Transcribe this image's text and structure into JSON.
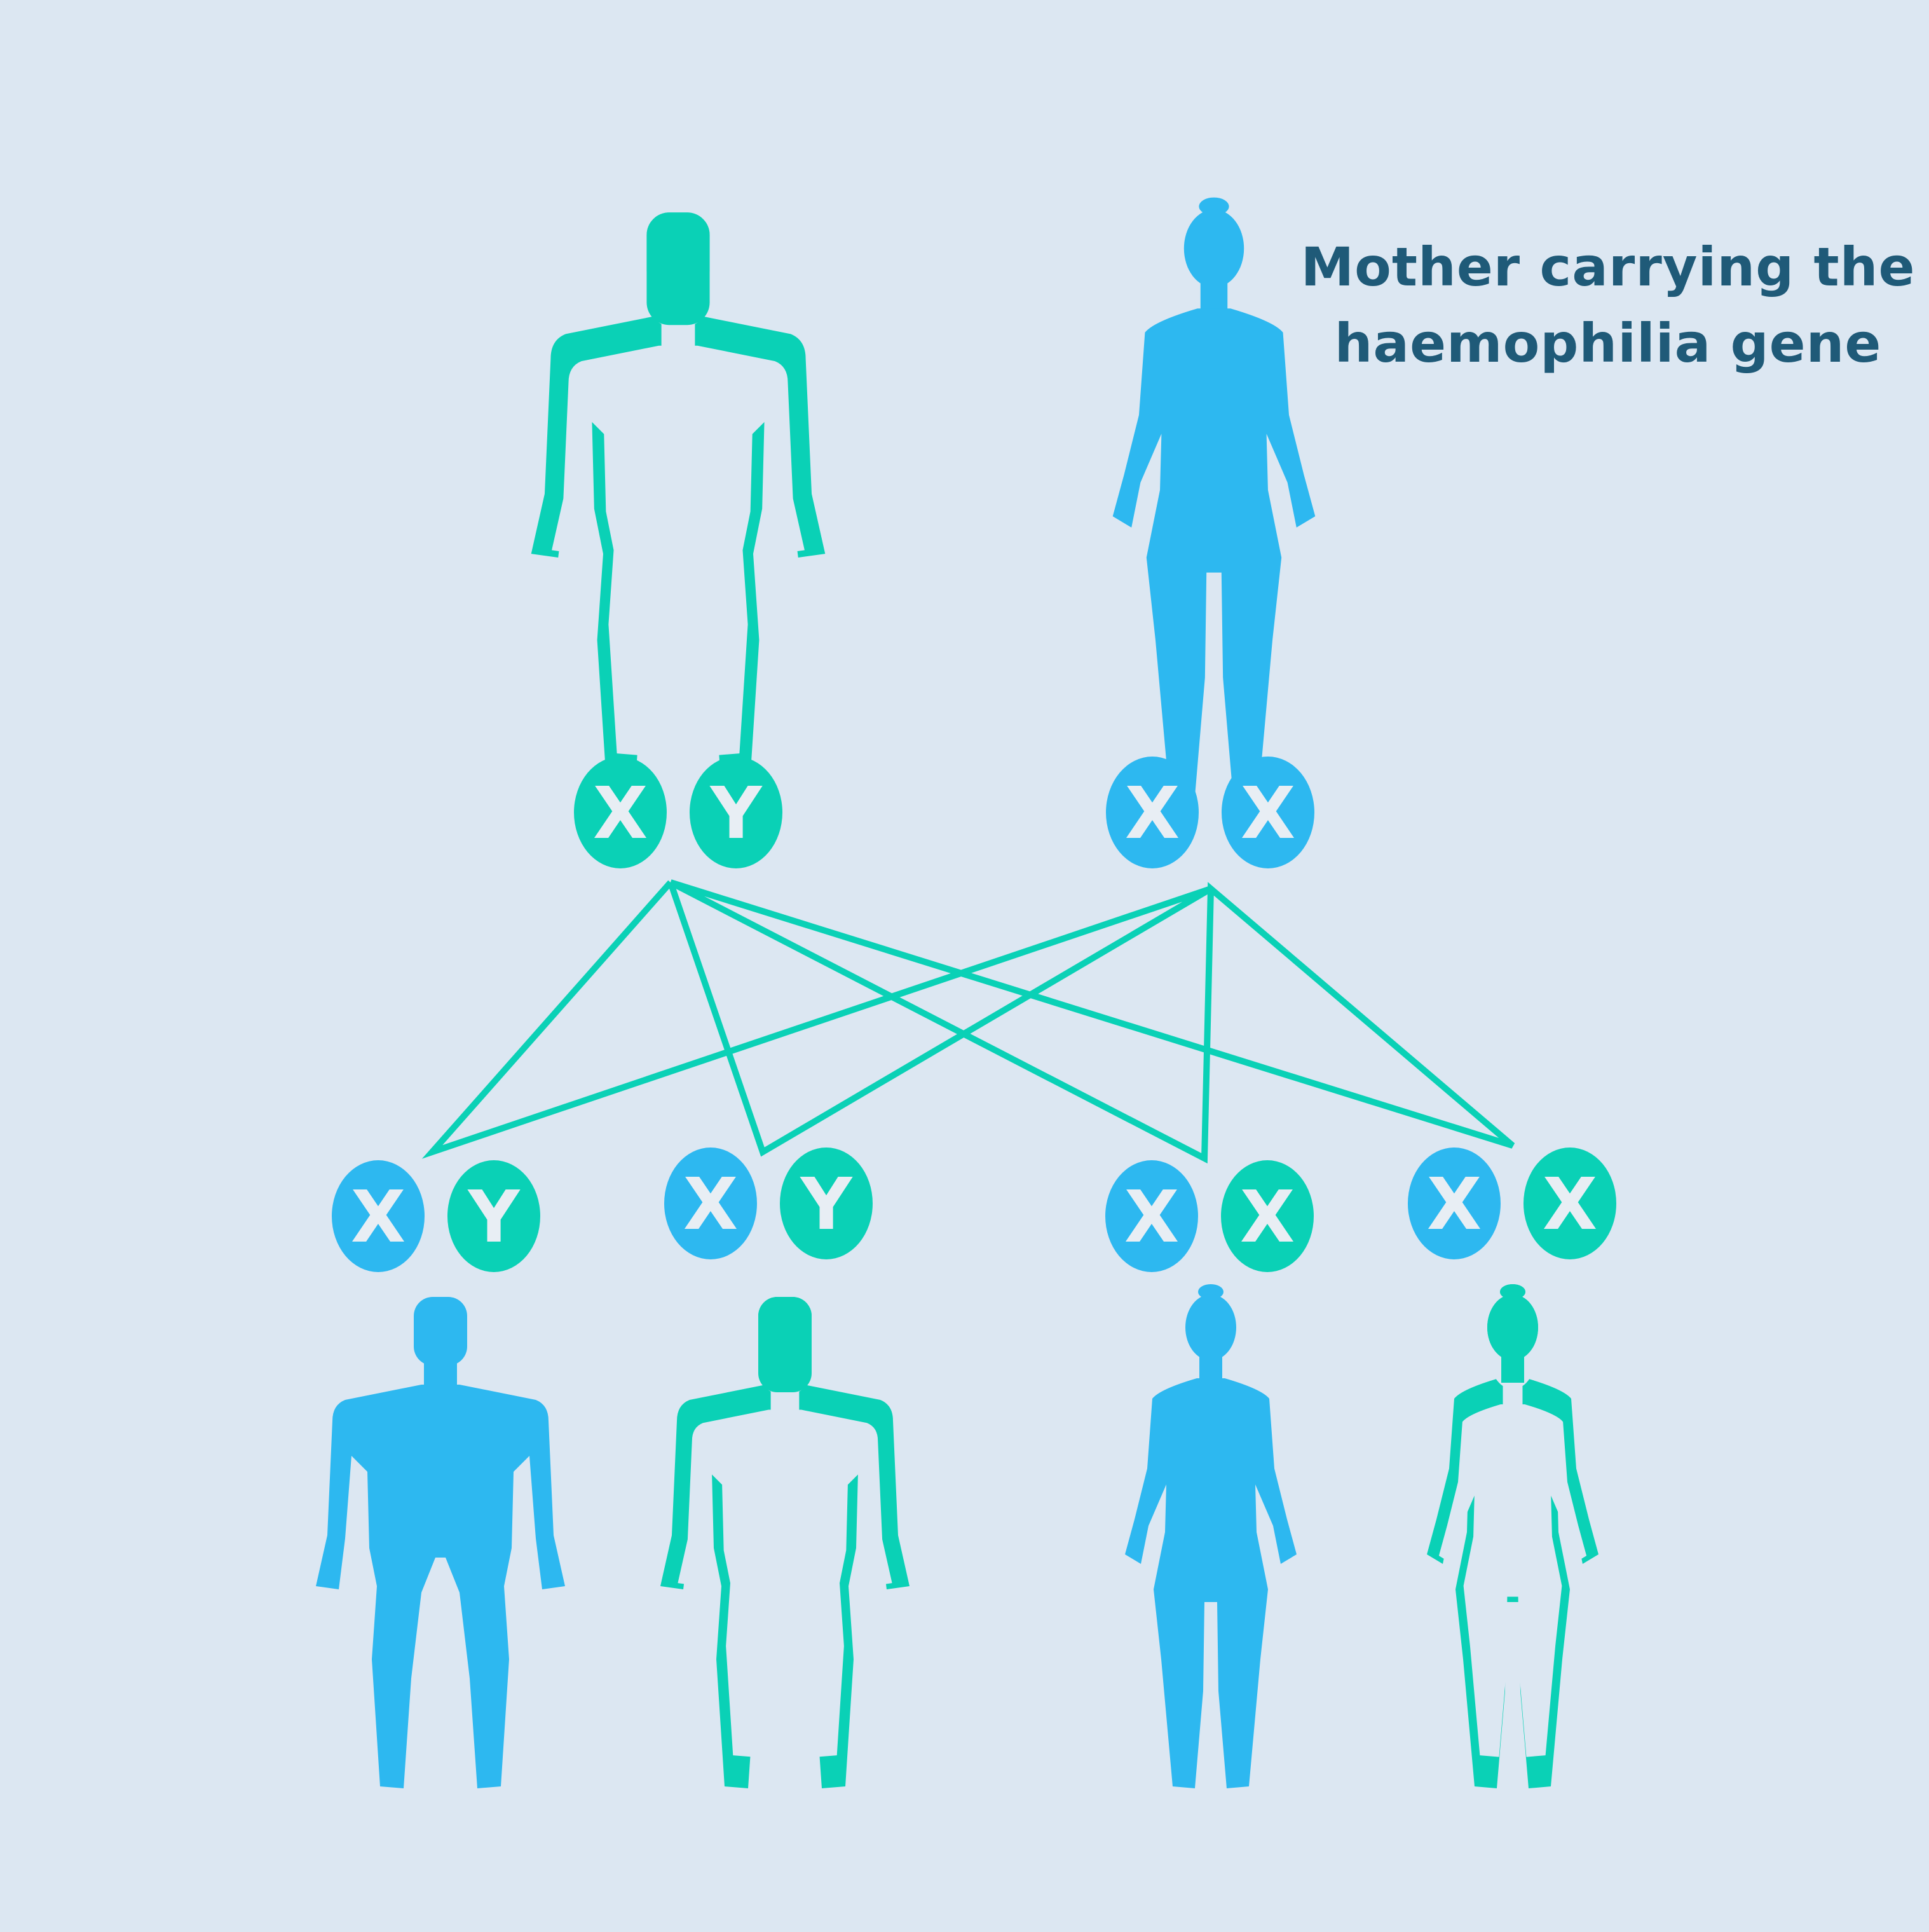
{
  "caption": {
    "line1": "Mother carrying the",
    "line2": "haemophilia gene"
  },
  "colors": {
    "background": "#dce7f2",
    "unaffected": "#0ad1b6",
    "affected": "#2db8f0",
    "caption_text": "#1f5a78",
    "chromosome_letter": "#e8eef4"
  },
  "parents": [
    {
      "role": "father",
      "chromosomes": [
        {
          "letter": "X",
          "color": "unaffected"
        },
        {
          "letter": "Y",
          "color": "unaffected"
        }
      ],
      "figure": "male-outline"
    },
    {
      "role": "mother",
      "chromosomes": [
        {
          "letter": "X",
          "color": "affected"
        },
        {
          "letter": "X",
          "color": "affected"
        }
      ],
      "figure": "female-solid"
    }
  ],
  "children": [
    {
      "chromosomes": [
        {
          "letter": "X",
          "color": "affected"
        },
        {
          "letter": "Y",
          "color": "unaffected"
        }
      ],
      "figure": "male-solid"
    },
    {
      "chromosomes": [
        {
          "letter": "X",
          "color": "affected"
        },
        {
          "letter": "Y",
          "color": "unaffected"
        }
      ],
      "figure": "male-outline"
    },
    {
      "chromosomes": [
        {
          "letter": "X",
          "color": "affected"
        },
        {
          "letter": "X",
          "color": "unaffected"
        }
      ],
      "figure": "female-solid"
    },
    {
      "chromosomes": [
        {
          "letter": "X",
          "color": "affected"
        },
        {
          "letter": "X",
          "color": "unaffected"
        }
      ],
      "figure": "female-outline"
    }
  ]
}
